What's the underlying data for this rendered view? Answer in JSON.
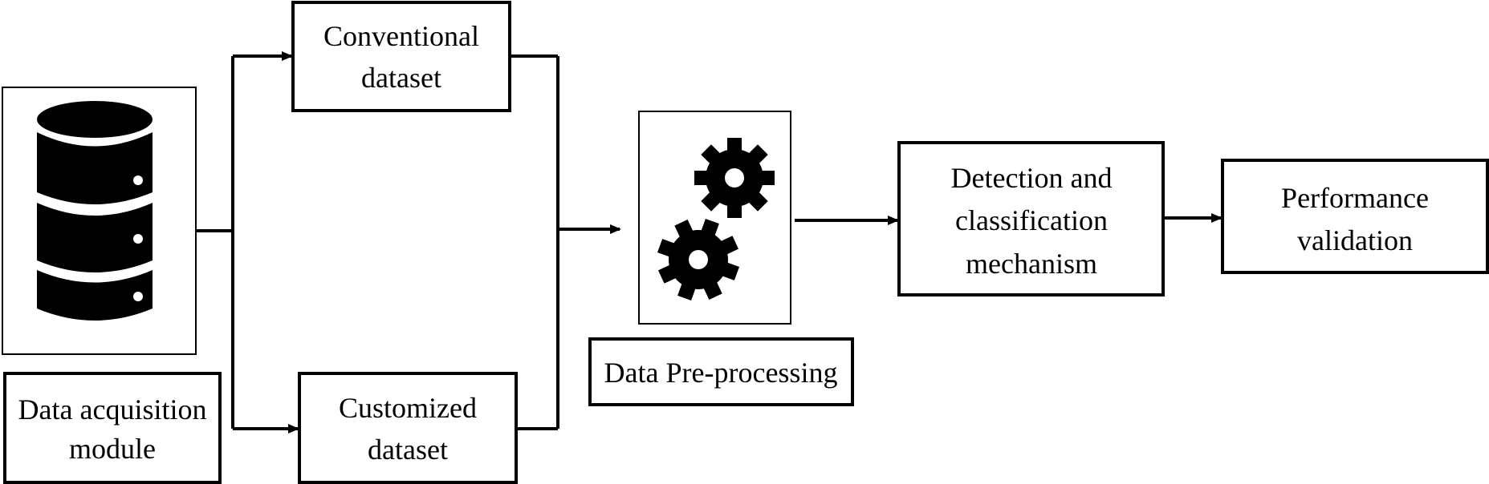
{
  "nodes": {
    "data_acquisition": {
      "line1": "Data acquisition",
      "line2": "module",
      "icon": "database-icon"
    },
    "conventional": {
      "line1": "Conventional",
      "line2": "dataset"
    },
    "customized": {
      "line1": "Customized",
      "line2": "dataset"
    },
    "preprocessing": {
      "label": "Data Pre-processing",
      "icon": "gears-icon"
    },
    "detection": {
      "line1": "Detection and",
      "line2": "classification",
      "line3": "mechanism"
    },
    "performance": {
      "line1": "Performance",
      "line2": "validation"
    }
  },
  "colors": {
    "stroke": "#000000",
    "fill": "#ffffff"
  }
}
